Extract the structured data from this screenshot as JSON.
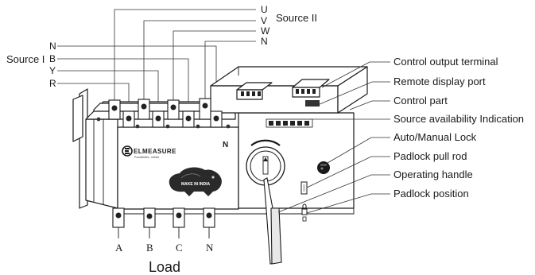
{
  "source_ii": {
    "title": "Source II",
    "phases": [
      "U",
      "V",
      "W",
      "N"
    ]
  },
  "source_i": {
    "title": "Source I",
    "phases": [
      "N",
      "B",
      "Y",
      "R"
    ]
  },
  "callouts": [
    "Control output terminal",
    "Remote display port",
    "Control part",
    "Source availability Indication",
    "Auto/Manual  Lock",
    "Padlock pull rod",
    "Operating handle",
    "Padlock position"
  ],
  "load_terminals": [
    "A",
    "B",
    "C",
    "N"
  ],
  "load_title": "Load",
  "neutral_mark": "N",
  "brand": {
    "name": "ELMEASURE",
    "tagline": "Possibilities...infinite",
    "badge": "MAKE IN INDIA"
  }
}
